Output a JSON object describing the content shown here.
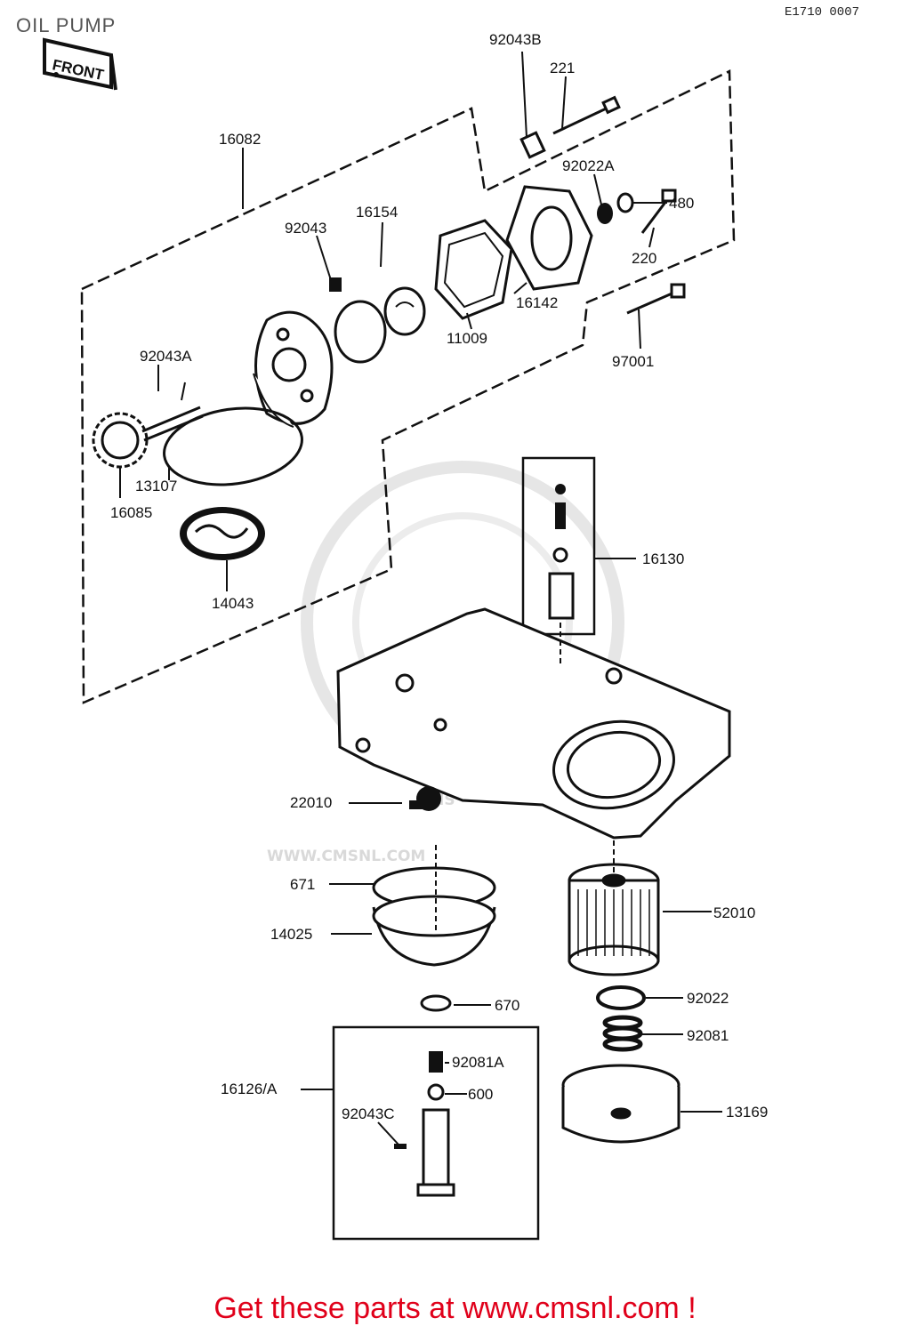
{
  "header": {
    "title": "OIL PUMP",
    "diagram_code": "E1710 0007",
    "front_label": "FRONT"
  },
  "watermark": {
    "brand": "CMS",
    "url": "WWW.CMSNL.COM"
  },
  "footer": {
    "cta": "Get these parts at www.cmsnl.com !"
  },
  "parts": [
    "92043B",
    "221",
    "16082",
    "92022A",
    "480",
    "16154",
    "92043",
    "220",
    "16142",
    "11009",
    "97001",
    "92043A",
    "13107",
    "16085",
    "14043",
    "16130",
    "22010",
    "671",
    "14025",
    "52010",
    "670",
    "92022",
    "92081",
    "16126/A",
    "92081A",
    "600",
    "92043C",
    "13169"
  ]
}
